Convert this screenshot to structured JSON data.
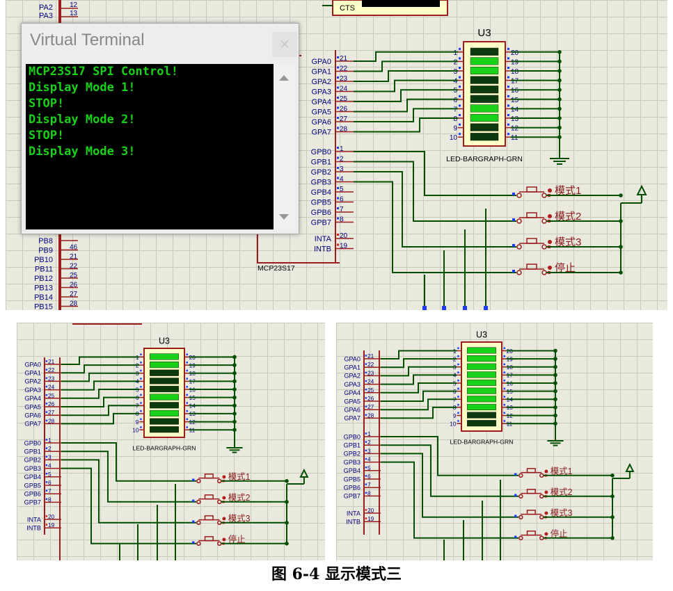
{
  "terminal": {
    "title": "Virtual Terminal",
    "close_icon": "close-icon",
    "lines": [
      "MCP23S17 SPI Control!",
      "Display Mode 1!",
      "STOP!",
      "Display Mode 2!",
      "STOP!",
      "Display Mode 3!"
    ]
  },
  "labels": {
    "u3": "U3",
    "bargraph_part": "LED-BARGRAPH-GRN",
    "mcp_part": "MCP23S17",
    "cts": "CTS",
    "gpa": [
      "GPA0",
      "GPA1",
      "GPA2",
      "GPA3",
      "GPA4",
      "GPA5",
      "GPA6",
      "GPA7"
    ],
    "gpb": [
      "GPB0",
      "GPB1",
      "GPB2",
      "GPB3",
      "GPB4",
      "GPB5",
      "GPB6",
      "GPB7"
    ],
    "inta": "INTA",
    "intb": "INTB",
    "gpa_pins": [
      "21",
      "22",
      "23",
      "24",
      "25",
      "26",
      "27",
      "28"
    ],
    "gpb_pins": [
      "1",
      "2",
      "3",
      "4",
      "5",
      "6",
      "7",
      "8"
    ],
    "int_pins": [
      "20",
      "19"
    ],
    "left_pins": [
      "1",
      "2",
      "3",
      "4",
      "5",
      "6",
      "7",
      "8",
      "9",
      "10"
    ],
    "right_pins": [
      "20",
      "19",
      "18",
      "17",
      "16",
      "15",
      "14",
      "13",
      "12",
      "11"
    ],
    "pb_top": [
      "PA2",
      "PA3"
    ],
    "pb_top_pins": [
      "12",
      "13"
    ],
    "pb_bottom": [
      "PB8",
      "PB9",
      "PB10",
      "PB11",
      "PB12",
      "PB13",
      "PB14",
      "PB15"
    ],
    "pb_bottom_pins": [
      "46",
      "21",
      "22",
      "25",
      "26",
      "27",
      "28"
    ],
    "buttons": [
      "模式1",
      "模式2",
      "模式3",
      "停止"
    ]
  },
  "led_states": {
    "top": [
      false,
      true,
      true,
      false,
      false,
      false,
      true,
      true,
      false,
      false
    ],
    "bottom_left": [
      true,
      true,
      false,
      false,
      false,
      true,
      false,
      true,
      false,
      false
    ],
    "bottom_right": [
      true,
      true,
      true,
      true,
      true,
      true,
      true,
      true,
      false,
      false
    ]
  },
  "colors": {
    "wire": "#005000",
    "body_border": "#9c1c1c",
    "body_fill": "#ffffc8",
    "led_on": "#19d119",
    "led_off": "#0c3a0c",
    "text": "#000080",
    "button_label": "#8b1a1a"
  },
  "caption": "图 6-4    显示模式三"
}
